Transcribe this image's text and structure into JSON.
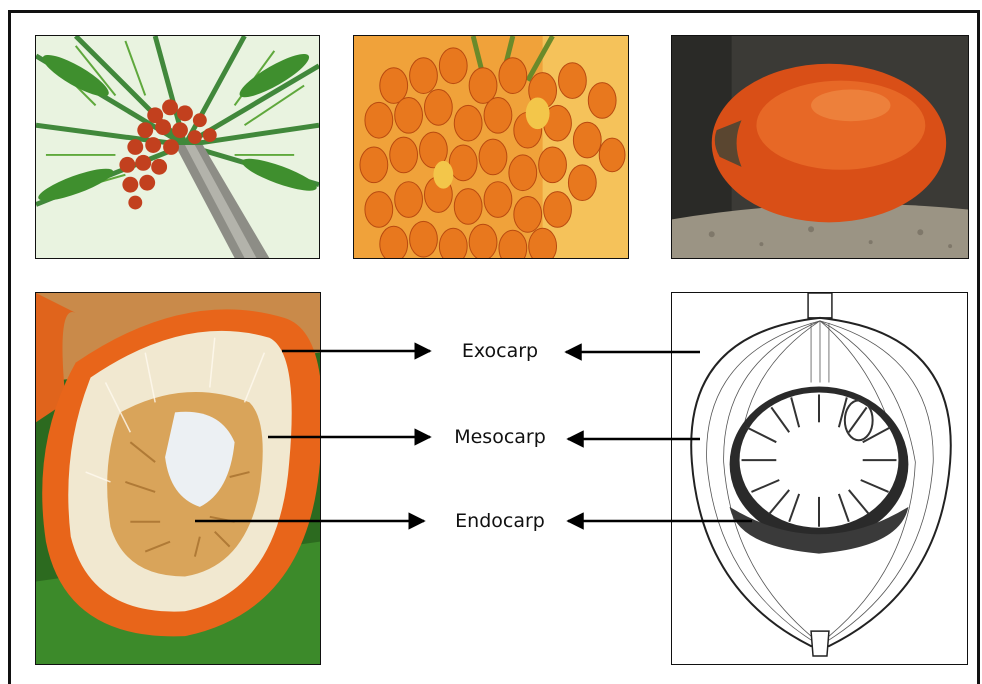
{
  "labels": {
    "exocarp": "Exocarp",
    "mesocarp": "Mesocarp",
    "endocarp": "Endocarp"
  },
  "images": [
    {
      "name": "areca-palm-tree-photo",
      "subject": "areca palm tree with fruit bunch"
    },
    {
      "name": "areca-fruit-cluster-photo",
      "subject": "bunch of ripe orange areca nuts"
    },
    {
      "name": "single-areca-fruit-photo",
      "subject": "single ripe areca fruit on stone"
    },
    {
      "name": "cut-areca-fruit-photo",
      "subject": "longitudinal section of areca fruit"
    },
    {
      "name": "areca-fruit-section-drawing",
      "subject": "engraving of areca fruit section"
    }
  ],
  "colors": {
    "frame": "#111111",
    "arrow": "#000000",
    "fruit_orange": "#e8641a",
    "fiber_cream": "#efe6cf",
    "leaf_green": "#2f7d2a"
  }
}
